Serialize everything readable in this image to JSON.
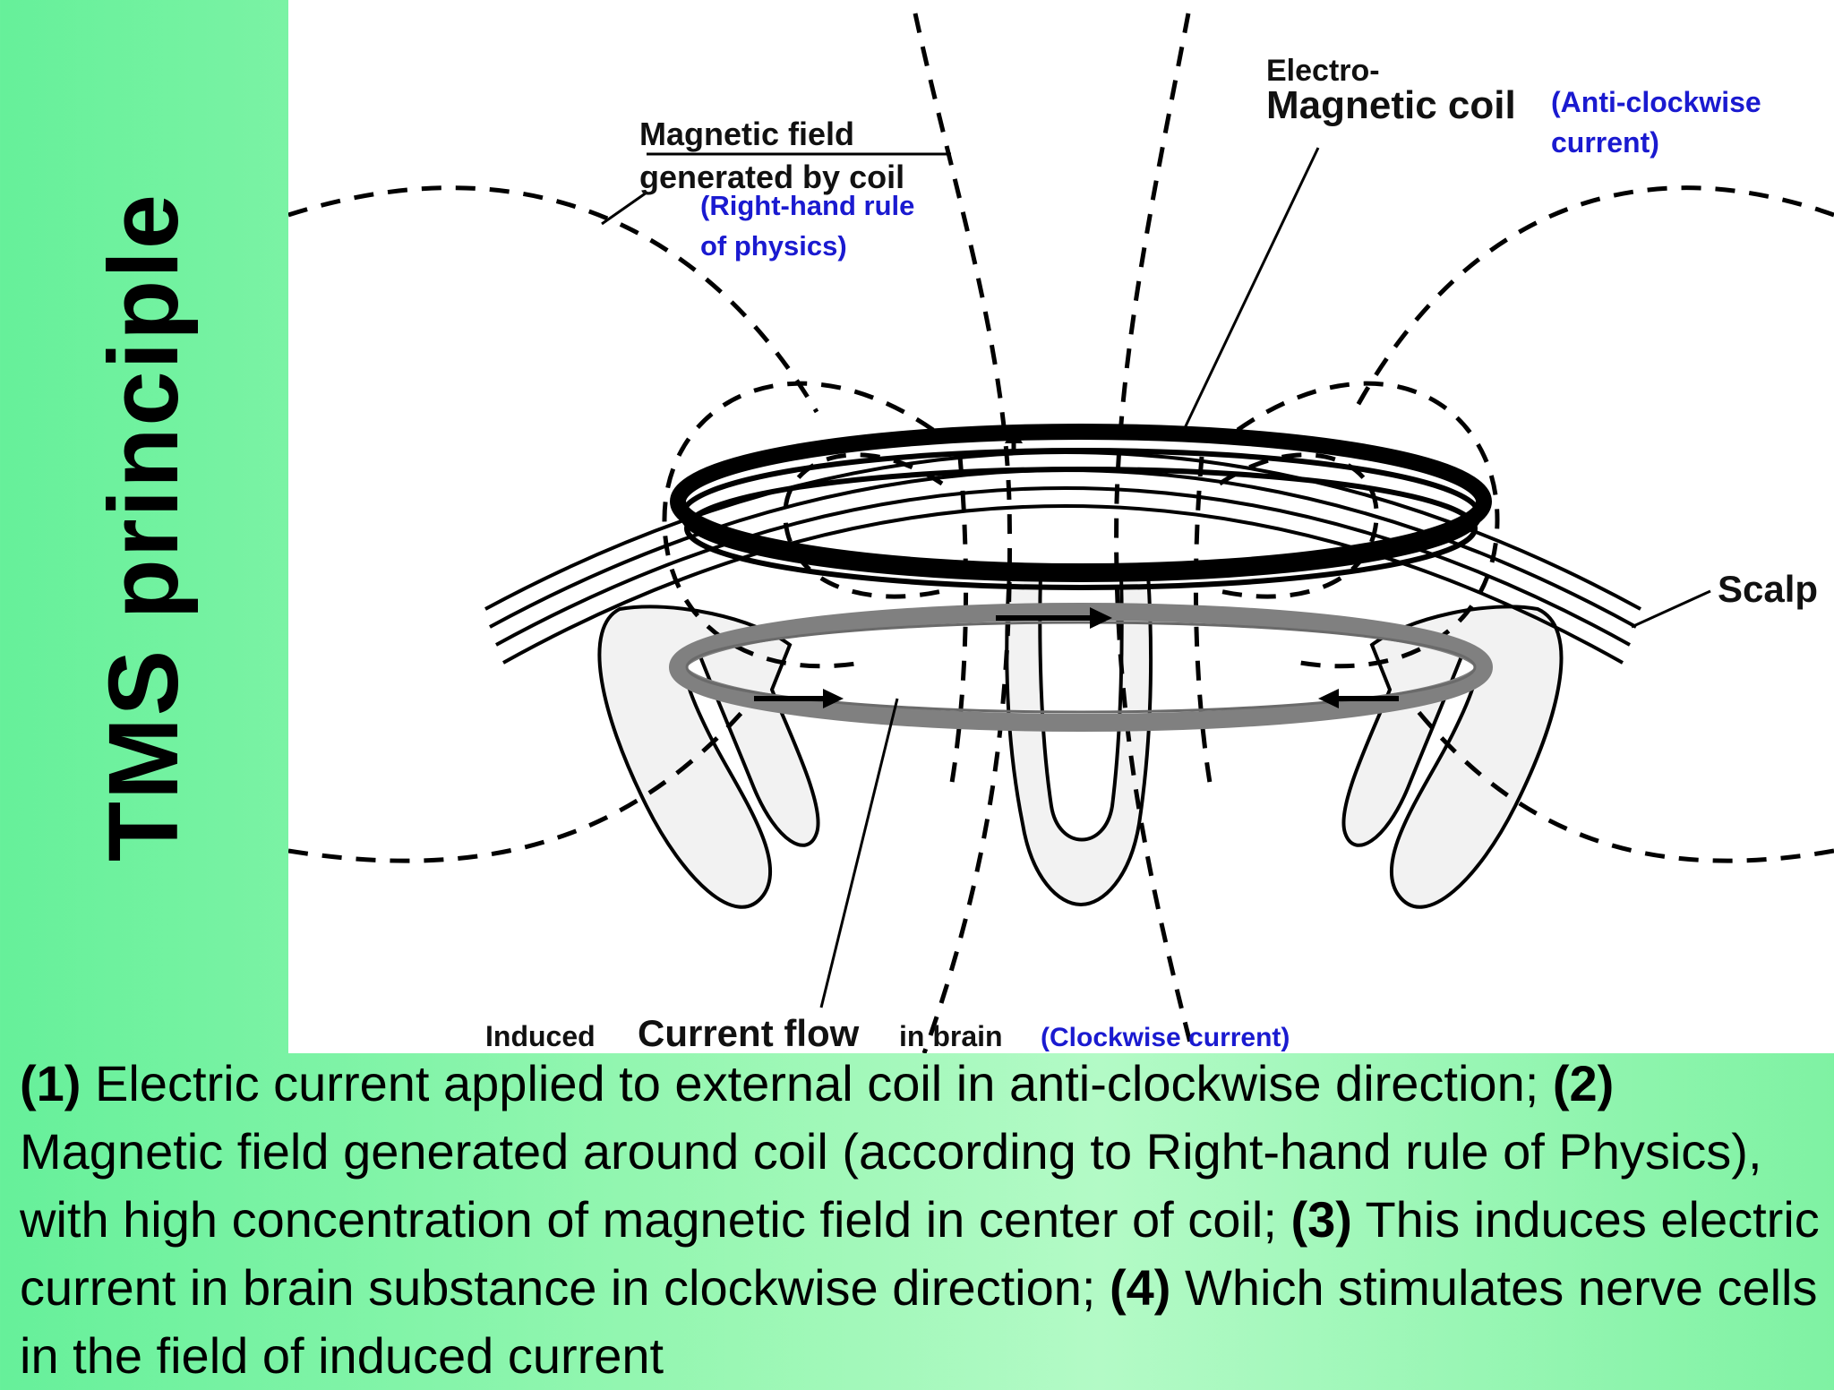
{
  "slide_title": "TMS principle",
  "diagram": {
    "label_magnetic_field": [
      "Magnetic field",
      "generated by coil"
    ],
    "label_right_hand_rule": [
      "(Right-hand rule",
      "of physics)"
    ],
    "label_electro": "Electro-",
    "label_magnetic_coil": "Magnetic coil",
    "label_anti_clockwise": [
      "(Anti-clockwise",
      "current)"
    ],
    "label_scalp": "Scalp",
    "label_induced": "Induced",
    "label_current_flow": "Current flow",
    "label_in_brain": "in brain",
    "label_clockwise": "(Clockwise current)"
  },
  "caption": {
    "steps": [
      {
        "num": "(1)",
        "text": " Electric current applied to external coil in anti-clockwise direction; "
      },
      {
        "num": "(2)",
        "text": " Magnetic field generated around coil (according to Right-hand rule of Physics), with high concentration of magnetic field in center of coil; "
      },
      {
        "num": "(3)",
        "text": " This induces electric current in brain substance in clockwise direction; "
      },
      {
        "num": "(4)",
        "text": " Which stimulates nerve cells in the field of induced current"
      }
    ]
  },
  "colors": {
    "background_green": "#66f09a",
    "label_blue": "#1a1ad0",
    "induced_coil_gray": "#808080"
  }
}
